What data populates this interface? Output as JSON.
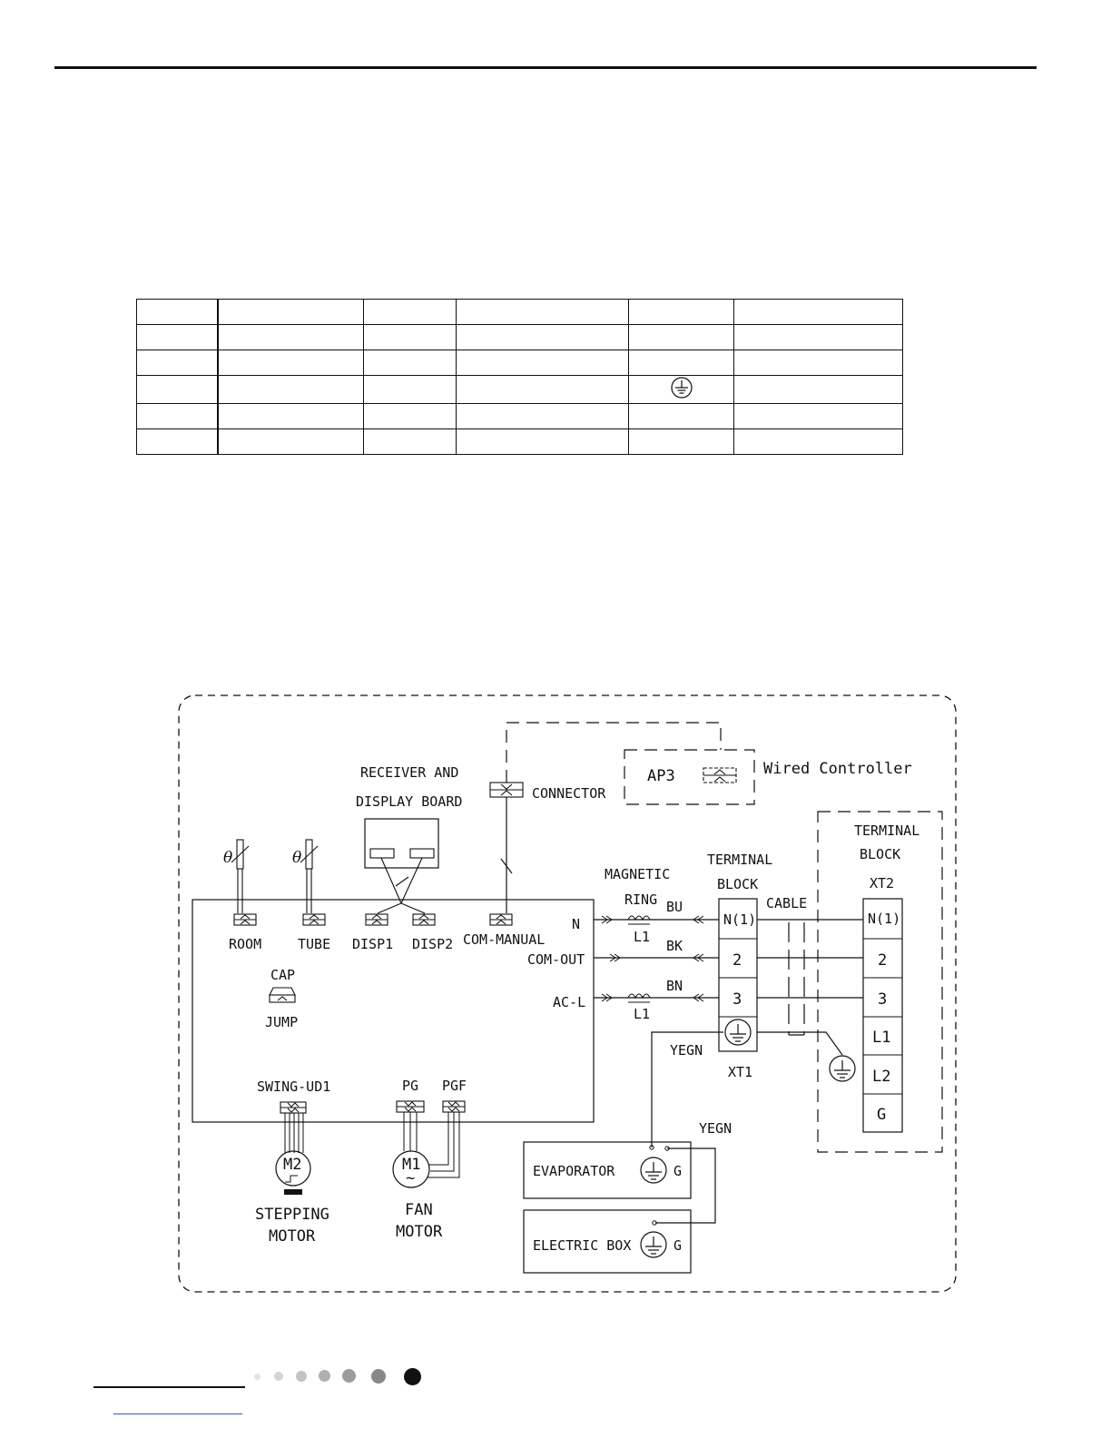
{
  "diagram": {
    "receiver_board": [
      "RECEIVER AND",
      "DISPLAY BOARD"
    ],
    "connector": "CONNECTOR",
    "ap3": "AP3",
    "wired_controller": "Wired Controller",
    "sensor_symbol": "θ",
    "ports": {
      "room": "ROOM",
      "tube": "TUBE",
      "disp1": "DISP1",
      "disp2": "DISP2",
      "com_manual": "COM-MANUAL",
      "n": "N",
      "com_out": "COM-OUT",
      "ac_l": "AC-L"
    },
    "cap": "CAP",
    "jump": "JUMP",
    "magnetic_ring": [
      "MAGNETIC",
      "RING"
    ],
    "l1": "L1",
    "wire_colors": {
      "bu": "BU",
      "bk": "BK",
      "bn": "BN",
      "yegn": "YEGN"
    },
    "terminal_block_indoor": [
      "TERMINAL",
      "BLOCK"
    ],
    "xt1": "XT1",
    "xt1_terminals": [
      "N(1)",
      "2",
      "3"
    ],
    "cable": "CABLE",
    "terminal_block_outdoor": [
      "TERMINAL",
      "BLOCK"
    ],
    "xt2": "XT2",
    "xt2_terminals": [
      "N(1)",
      "2",
      "3",
      "L1",
      "L2",
      "G"
    ],
    "swing": "SWING-UD1",
    "pg": "PG",
    "pgf": "PGF",
    "m2": "M2",
    "m1": "M1",
    "m1_symbol": "~",
    "stepping_motor": [
      "STEPPING",
      "MOTOR"
    ],
    "fan_motor": [
      "FAN",
      "MOTOR"
    ],
    "evaporator": "EVAPORATOR",
    "electric_box": "ELECTRIC BOX",
    "ground_g": "G"
  },
  "colors": {
    "ink": "#111111",
    "link": "#3355cc"
  }
}
